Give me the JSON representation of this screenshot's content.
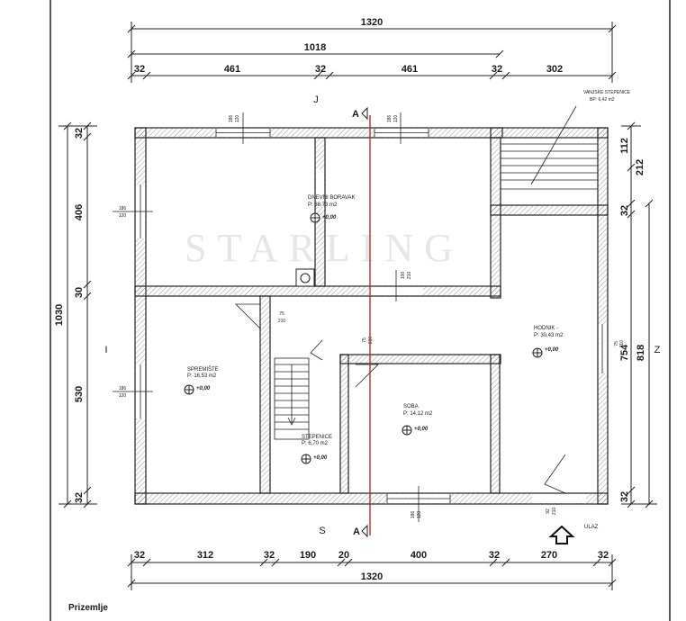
{
  "title": "Prizemlje",
  "watermark": "STARLING",
  "entrance_label": "ULAZ",
  "orientation": {
    "top": "J",
    "bottom": "S",
    "left": "I",
    "right": "Z"
  },
  "section_marks": {
    "top": "A",
    "bottom": "A"
  },
  "dimensions": {
    "top_overall": "1320",
    "top_mid": "1018",
    "top_row": [
      "32",
      "461",
      "32",
      "461",
      "32",
      "302"
    ],
    "bottom_row": [
      "32",
      "312",
      "32",
      "190",
      "20",
      "400",
      "32",
      "270",
      "32"
    ],
    "bottom_overall": "1320",
    "left_overall": "1030",
    "left_row": [
      "32",
      "406",
      "30",
      "530",
      "32"
    ],
    "right_row": [
      "112",
      "212",
      "32",
      "754",
      "32"
    ],
    "right_overall": "818"
  },
  "openings": {
    "top_left": [
      "186",
      "120"
    ],
    "top_right": [
      "186",
      "120"
    ],
    "left_upper": [
      "186",
      "120"
    ],
    "left_lower": [
      "186",
      "120"
    ],
    "inner_door": [
      "100",
      "210"
    ],
    "stair_door": [
      "75",
      "210"
    ],
    "hall_door": [
      "75",
      "210"
    ],
    "bottom_window": [
      "186",
      "120"
    ],
    "entrance_door": [
      "92",
      "210"
    ],
    "right_window": [
      "75",
      "110"
    ]
  },
  "rooms": {
    "dnevni": {
      "name": "DNEVNI BORAVAK",
      "area": "P: 38,73 m2",
      "level": "+0,00"
    },
    "spremiste": {
      "name": "SPREMIŠTE",
      "area": "P: 16,53 m2",
      "level": "+0,00"
    },
    "stepenice": {
      "name": "STEPENICE",
      "area": "P: 6,70 m2",
      "level": "+0,00"
    },
    "soba": {
      "name": "SOBA",
      "area": "P: 14,12 m2",
      "level": "+0,00"
    },
    "hodnik": {
      "name": "HODNIK -",
      "area": "P: 30,43 m2",
      "level": "+0,00"
    },
    "vanjske": {
      "name": "VANJSKE STEPENICE",
      "area": "BP: 6,42 m2"
    }
  }
}
